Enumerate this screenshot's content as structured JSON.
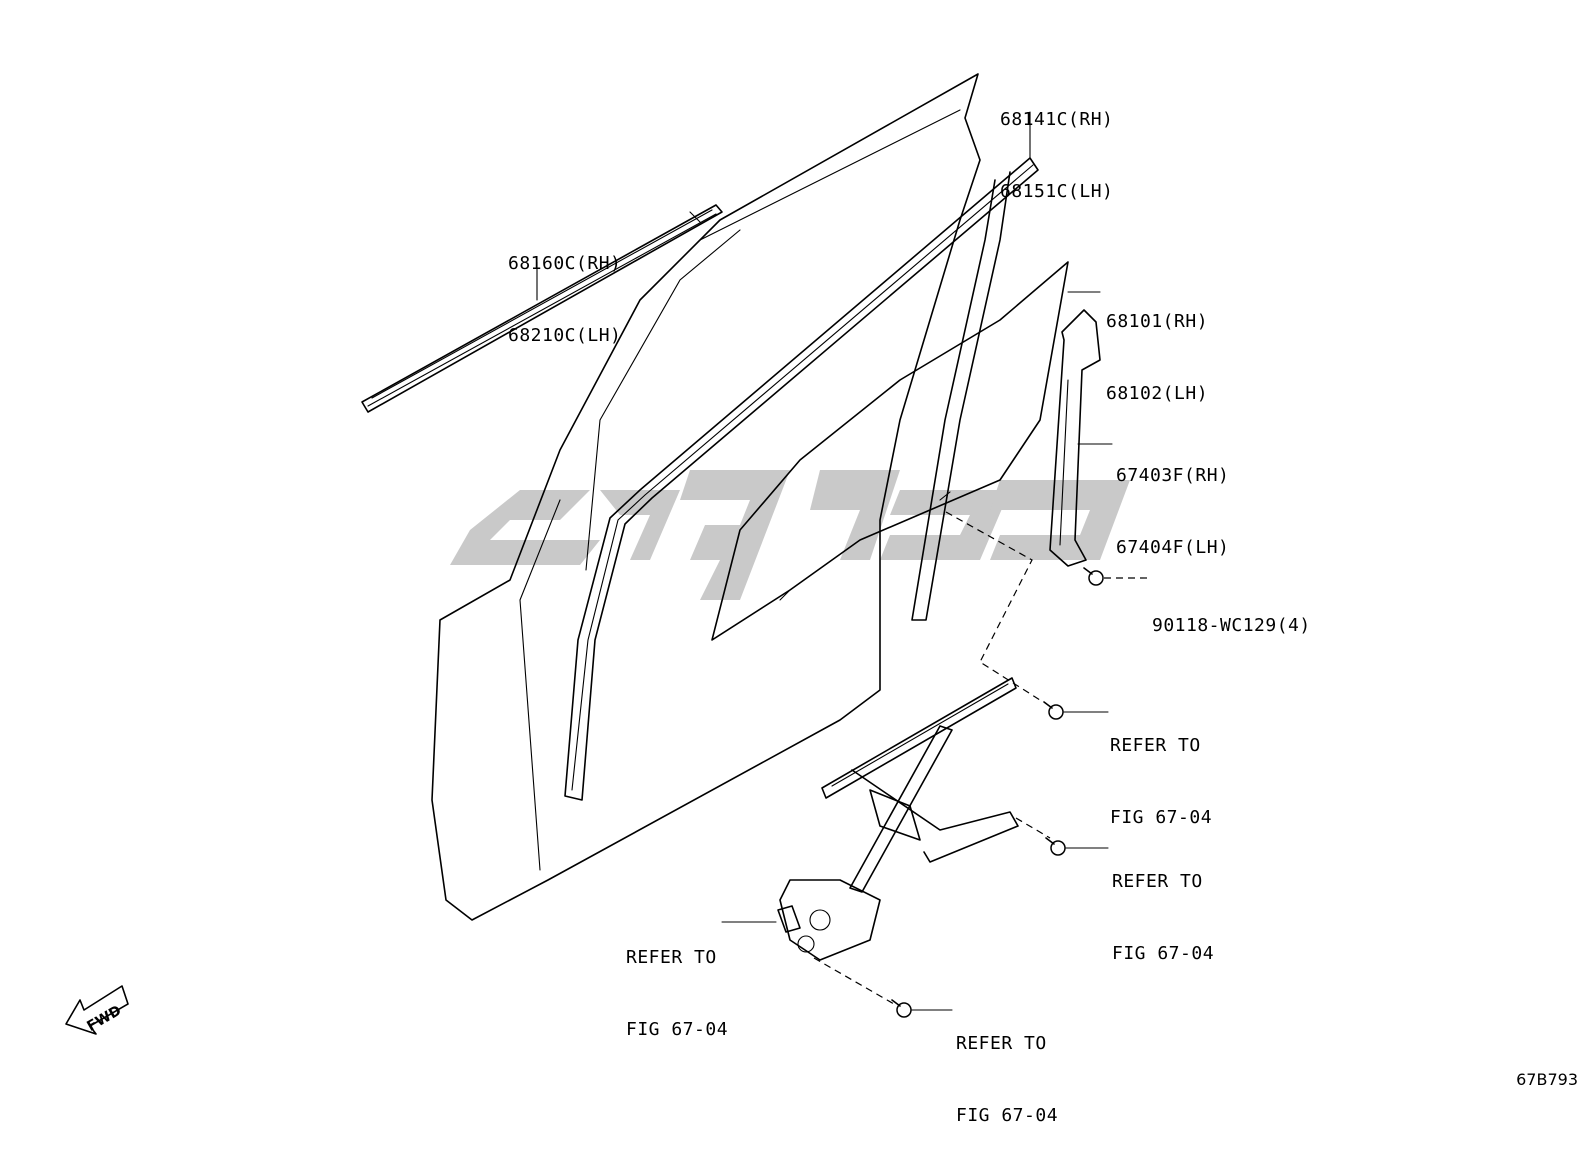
{
  "callouts": {
    "outer_weatherstrip": [
      "68160C(RH)",
      "68210C(LH)"
    ],
    "run_channel": [
      "68141C(RH)",
      "68151C(LH)"
    ],
    "door_glass": [
      "68101(RH)",
      "68102(LH)"
    ],
    "rear_channel": [
      "67403F(RH)",
      "67404F(LH)"
    ],
    "bolt": "90118-WC129(4)",
    "refer_regulator_upper": [
      "REFER TO",
      "FIG 67-04"
    ],
    "refer_regulator_mid": [
      "REFER TO",
      "FIG 67-04"
    ],
    "refer_motor": [
      "REFER TO",
      "FIG 67-04"
    ],
    "refer_motor_bolt": [
      "REFER TO",
      "FIG 67-04"
    ]
  },
  "fwd_indicator": {
    "label": "FWD",
    "icon": "fwd-arrow-icon"
  },
  "illustration_id": "67B793",
  "colors": {
    "line": "#000000",
    "watermark": "#c8c8c8",
    "background": "#ffffff"
  }
}
